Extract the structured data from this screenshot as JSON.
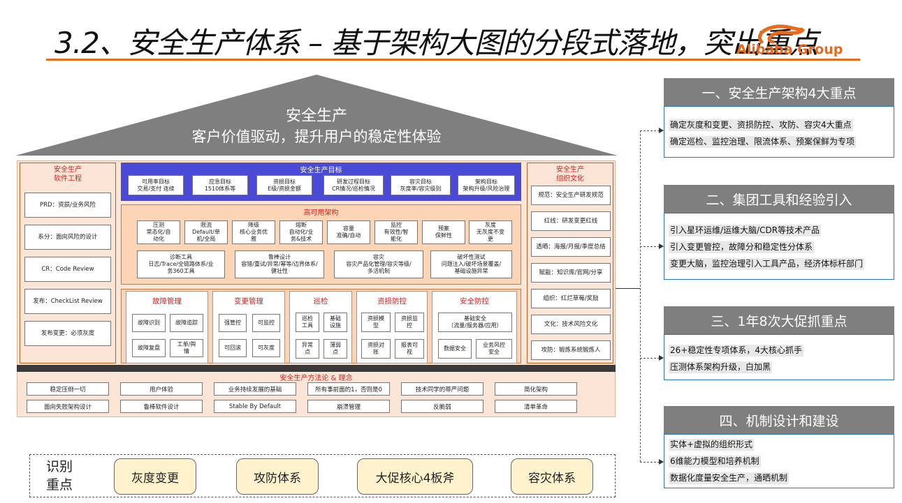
{
  "title": "3.2、安全生产体系 – 基于架构大图的分段式落地，突出重点",
  "logo_text": "Alibaba Group",
  "colors": {
    "accent": "#e0701e",
    "red": "#d71f1f",
    "blue": "#4a4ad6",
    "gray": "#7f7f7f"
  },
  "roof": {
    "line1": "安全生产",
    "line2": "客户价值驱动，提升用户的稳定性体验"
  },
  "left_panel": {
    "title": "安全生产\n软件工程",
    "items": [
      "PRD：资损/业务风险",
      "系分：面向风险的设计",
      "CR：Code Review",
      "发布：CheckList Review",
      "发布变更：必须灰度"
    ]
  },
  "right_panel": {
    "title": "安全生产\n组织文化",
    "items": [
      "规范：安全生产研发规范",
      "红线：研发变更红线",
      "透晒：海报/月报/季度总结",
      "赋能：知识库/官网/分享",
      "组织：红烂草莓/奖励",
      "文化：技术风险文化",
      "攻防：锻炼系统锻炼人"
    ]
  },
  "goals": {
    "title": "安全生产目标",
    "items": [
      "可用率目标\n交易/支付 连续",
      "应急目标\n1510体系等",
      "资损目标\nE级/资损金额",
      "研发过程目标\nCR情况/巡检情况",
      "容灾目标\n灰度率/容灾级别",
      "架构目标\n架构升级/风险治理"
    ]
  },
  "ha": {
    "title": "高可用架构",
    "row1": [
      "压测\n常态化/自\n动化",
      "限流\nDefault/单\n机/全局",
      "降级\n核心业务优\n雅",
      "熔断\n自动化/业\n务&技术",
      "容量\n准确/自动",
      "监控\n有效性/智\n能化",
      "预案\n保鲜性",
      "灰度\n无灰度不变\n更"
    ],
    "row2": [
      "诊断工具\n日志/Trace/全链路体系/业\n务360工具",
      "鲁棒设计\n容错/重试/异常/幂等/边界体系/\n健壮性",
      "容灾\n容灾产品化管理/容灾等级/\n多活机制",
      "破坏性测试\n问题注入/破坏场景覆盖/\n基础设施异常"
    ]
  },
  "groups": [
    {
      "title": "故障管理",
      "items": [
        "故障识别",
        "故障追踪",
        "故障复盘",
        "工单/舆\n情"
      ]
    },
    {
      "title": "变更管理",
      "items": [
        "强管控",
        "可监控",
        "可回滚",
        "可灰度"
      ]
    },
    {
      "title": "巡检",
      "items": [
        "巡检\n工具",
        "基础\n设施",
        "异常\n点",
        "薄弱\n点"
      ]
    },
    {
      "title": "资损防控",
      "items": [
        "资损模\n型",
        "资损监\n控",
        "资损对\n账",
        "报表可\n视"
      ]
    },
    {
      "title": "安全防控",
      "items": [
        "基础安全\n（流量/服务器/应用）",
        "数据安全",
        "业务风控\n安全"
      ]
    }
  ],
  "methodology": {
    "title": "安全生产方法论 & 理念",
    "row1": [
      "稳定压倒一切",
      "用户体验",
      "业务持续发展的基础",
      "所有事前面的1，否则是0",
      "技术同学的尊严问题",
      "简化架构"
    ],
    "row2": [
      "面向失败架构设计",
      "鲁棒软件设计",
      "Stable By Default",
      "崩溃管理",
      "反脆弱",
      "清单革命"
    ]
  },
  "focus": [
    {
      "head": "一、安全生产架构4大重点",
      "lines": [
        "确定灰度和变更、资损防控、攻防、容灾4大重点",
        "确定巡检、监控治理、限流体系、预案保鲜为专项"
      ]
    },
    {
      "head": "二、集团工具和经验引入",
      "lines": [
        "引入星环运维/运维大脑/CDR等技术产品",
        "引入变更管控，故障分和稳定性分体系",
        "变更大脑，监控治理引入工具产品，经济体标杆部门"
      ]
    },
    {
      "head": "三、1年8次大促抓重点",
      "lines": [
        "26+稳定性专项体系，4大核心抓手",
        "压测体系架构升级，白加黑"
      ]
    },
    {
      "head": "四、机制设计和建设",
      "lines": [
        "实体+虚拟的组织形式",
        "6维能力模型和培养机制",
        "数据化度量安全生产，通晒机制"
      ]
    }
  ],
  "identify": {
    "label": "识别\n重点",
    "items": [
      "灰度变更",
      "攻防体系",
      "大促核心4板斧",
      "容灾体系"
    ]
  }
}
